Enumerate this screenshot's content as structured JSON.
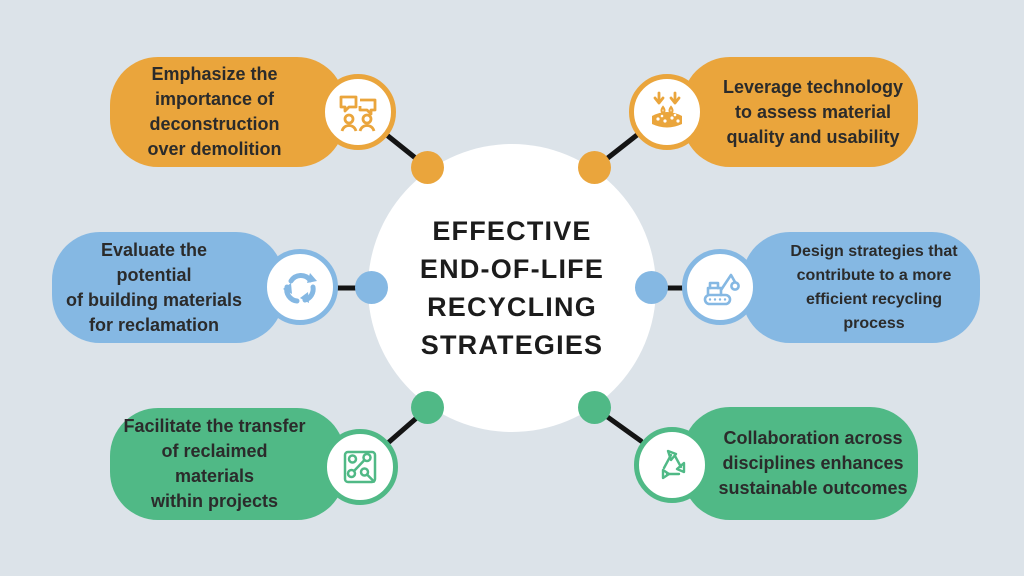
{
  "title": {
    "lines": [
      "EFFECTIVE",
      "END-OF-LIFE",
      "RECYCLING",
      "STRATEGIES"
    ]
  },
  "colors": {
    "background": "#dce3e9",
    "orange": "#eaa53c",
    "blue": "#85b8e3",
    "green": "#50b986",
    "center_circle": "#ffffff",
    "connector_line": "#141414",
    "body_text": "#2b2b2b",
    "title_text": "#1c1c1c"
  },
  "nodes": [
    {
      "position": "top-left",
      "color": "orange",
      "icon": "discussion-icon",
      "label_lines": [
        "Emphasize the",
        "importance of",
        "deconstruction",
        "over demolition"
      ]
    },
    {
      "position": "top-right",
      "color": "orange",
      "icon": "material-assessment-icon",
      "label_lines": [
        "Leverage technology",
        "to assess material",
        "quality and usability"
      ]
    },
    {
      "position": "middle-left",
      "color": "blue",
      "icon": "recycle-arrows-icon",
      "label_lines": [
        "Evaluate the potential",
        "of building materials",
        "for reclamation"
      ]
    },
    {
      "position": "middle-right",
      "color": "blue",
      "icon": "wrecking-crane-icon",
      "label_lines": [
        "Design strategies that",
        "contribute to a more",
        "efficient recycling process"
      ]
    },
    {
      "position": "bottom-left",
      "color": "green",
      "icon": "circuit-board-icon",
      "label_lines": [
        "Facilitate the transfer",
        "of reclaimed materials",
        "within projects"
      ]
    },
    {
      "position": "bottom-right",
      "color": "green",
      "icon": "recycle-outline-icon",
      "label_lines": [
        "Collaboration across",
        "disciplines enhances",
        "sustainable outcomes"
      ]
    }
  ]
}
